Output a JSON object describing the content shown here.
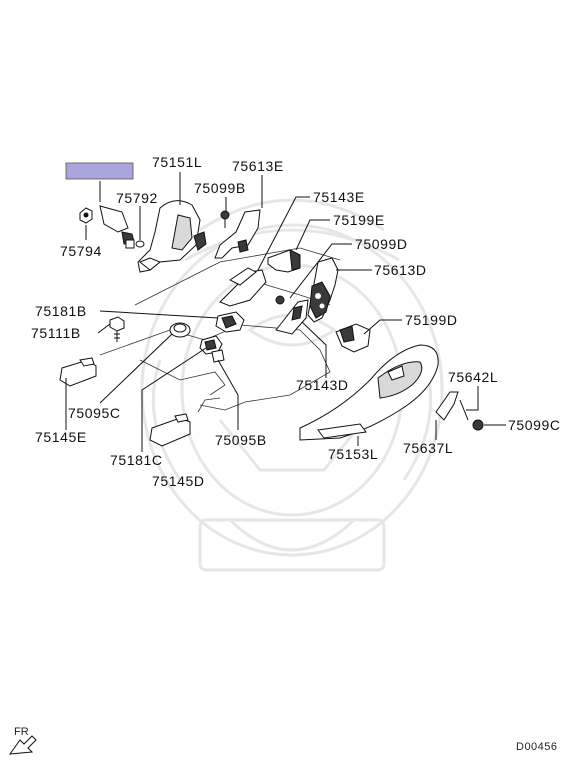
{
  "labels": {
    "l75151L": "75151L",
    "l75613E": "75613E",
    "l75792": "75792",
    "l75099B": "75099B",
    "l75794": "75794",
    "l75143E": "75143E",
    "l75199E": "75199E",
    "l75099D": "75099D",
    "l75613D": "75613D",
    "l75181B": "75181B",
    "l75111B": "75111B",
    "l75199D": "75199D",
    "l75095C": "75095C",
    "l75145E": "75145E",
    "l75143D": "75143D",
    "l75642L": "75642L",
    "l75099C": "75099C",
    "l75153L": "75153L",
    "l75637L": "75637L",
    "l75095B": "75095B",
    "l75181C": "75181C",
    "l75145D": "75145D"
  },
  "footer": {
    "direction": "FR",
    "diagram_code": "D00456"
  },
  "colors": {
    "line": "#111111",
    "highlight_box": "#a9a6dc",
    "watermark": "#e6e6e6"
  }
}
